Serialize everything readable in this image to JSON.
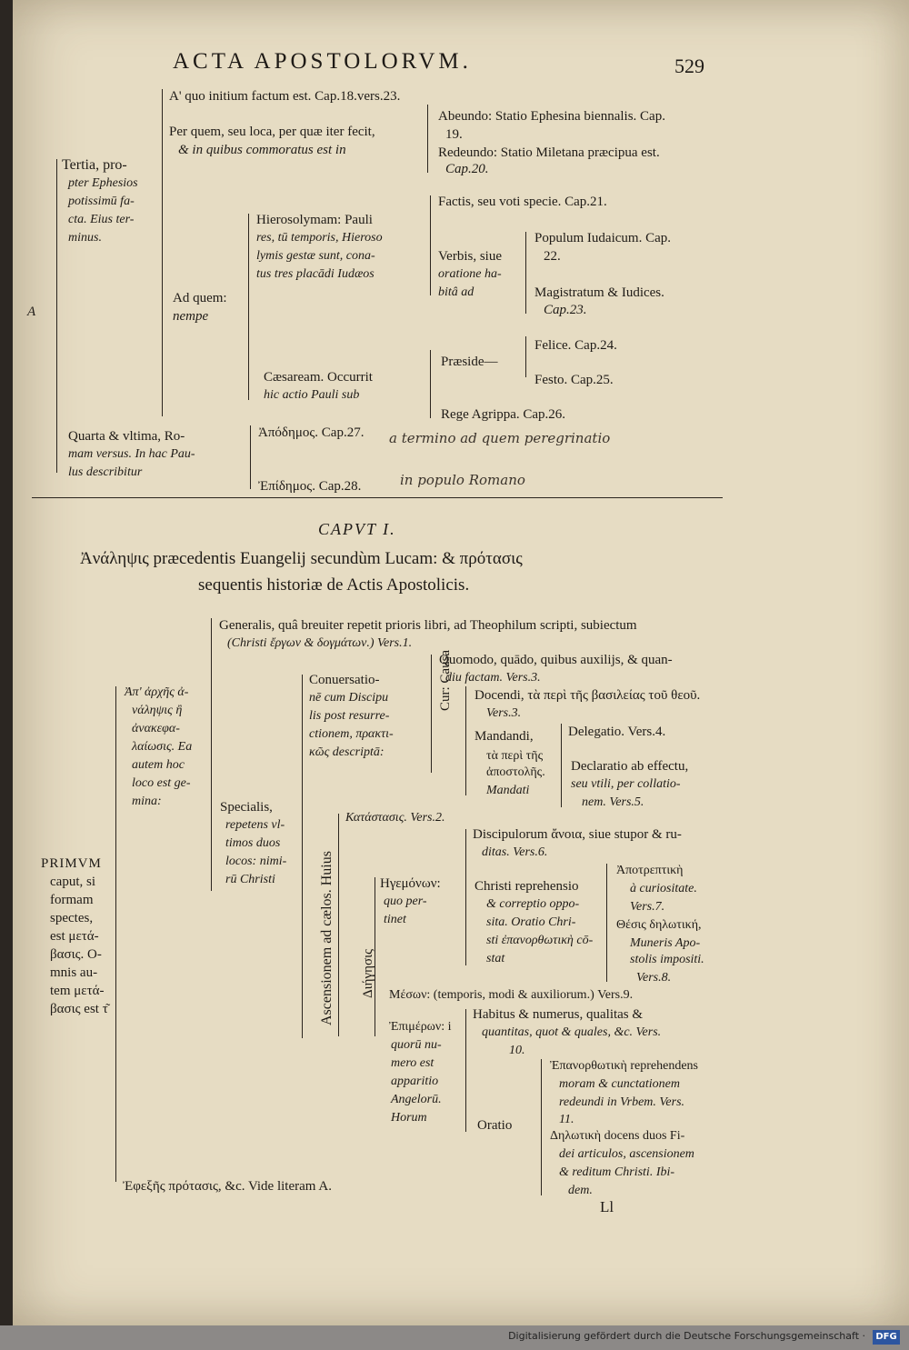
{
  "header": {
    "title": "ACTA APOSTOLORVM.",
    "page_number": "529"
  },
  "top": {
    "a": "A",
    "tertia": [
      "Tertia, pro-",
      "pter Ephesios",
      "potissimū fa-",
      "cta. Eius ter-",
      "minus."
    ],
    "a_quo": "A' quo initium factum est. Cap.18.vers.23.",
    "per_quem": [
      "Per quem, seu loca, per quæ iter fecit,",
      "& in quibus commoratus est in"
    ],
    "abeundo": [
      "Abeundo: Statio Ephesina biennalis. Cap.",
      "19."
    ],
    "redeundo": [
      "Redeundo: Statio Miletana præcipua est.",
      "Cap.20."
    ],
    "ad_quem": [
      "Ad quem:",
      "nempe"
    ],
    "hierosolymam": [
      "Hierosolymam: Pauli",
      "res, tū temporis, Hieroso",
      "lymis gestæ sunt, cona-",
      "tus tres placādi Iudæos"
    ],
    "factis": "Factis, seu voti specie. Cap.21.",
    "verbis": [
      "Verbis, siue",
      "oratione ha-",
      "bitâ ad"
    ],
    "populum": [
      "Populum Iudaicum. Cap.",
      "22."
    ],
    "magistratum": [
      "Magistratum & Iudices.",
      "Cap.23."
    ],
    "caesaream": [
      "Cæsaream. Occurrit",
      "hic actio Pauli sub"
    ],
    "praeside": "Præside—",
    "felice": "Felice. Cap.24.",
    "festo": "Festo. Cap.25.",
    "rege": "Rege Agrippa. Cap.26.",
    "quarta": [
      "Quarta & vltima, Ro-",
      "mam versus. In hac Pau-",
      "lus describitur"
    ],
    "apodemia": "Ἀπόδημος. Cap.27.",
    "epidemia": "Ἐπίδημος. Cap.28.",
    "handnote1": "a termino ad quem peregrinatio",
    "handnote2": "in populo Romano"
  },
  "caput": {
    "title": "CAPVT I.",
    "line1": "Ἀνάληψις præcedentis Euangelij secundùm Lucam: & πρότασις",
    "line2": "sequentis historiæ de Actis Apostolicis."
  },
  "bottom": {
    "primum": [
      "PRIMVM",
      "caput, si",
      "formam",
      "spectes,",
      "est μετά-",
      "βασις. O-",
      "mnis au-",
      "tem μετά-",
      "βασις est τ͂"
    ],
    "ap_arches": [
      "Ἀπ' ἀρχῆς ἀ-",
      "νάληψις ἢ",
      "ἀνακεφα-",
      "λαίωσις. Ea",
      "autem hoc",
      "loco est ge-",
      "mina:"
    ],
    "generalis": [
      "Generalis, quâ breuiter repetit prioris libri, ad Theophilum scripti, subiectum",
      "(Christi ἔργων & δογμάτων.) Vers.1."
    ],
    "specialis": [
      "Specialis,",
      "repetens vl-",
      "timos duos",
      "locos: nimi-",
      "rū Christi"
    ],
    "conuersatione": [
      "Conuersatio-",
      "nē cum Discipu",
      "lis post resurre-",
      "ctionem, πρακτι-",
      "κῶς descriptā:"
    ],
    "cur_causa": "Cur: Causa",
    "quomodo": [
      "Quomodo, quādo, quibus auxilijs, & quan-",
      "diu factam. Vers.3."
    ],
    "docendi": [
      "Docendi, τὰ περὶ τῆς βασιλείας τοῦ θεοῦ.",
      "Vers.3."
    ],
    "mandandi": [
      "Mandandi,",
      "τὰ περὶ τῆς",
      "ἀποστολῆς.",
      "Mandati"
    ],
    "delegatio": "Delegatio. Vers.4.",
    "declaratio": [
      "Declaratio ab effectu,",
      "seu vtili, per collatio-",
      "nem. Vers.5."
    ],
    "ascensionem": "Ascensionem ad cælos. Huius",
    "diegesis": "Διήγησις",
    "katastasis": "Κατάστασις. Vers.2.",
    "hegemon": [
      "Ηγεμόνων:",
      "quo per-",
      "tinet"
    ],
    "discipulorum": [
      "Discipulorum ἄνοια, siue stupor & ru-",
      "ditas. Vers.6."
    ],
    "christi": [
      "Christi reprehensio",
      "& correptio oppo-",
      "sita. Oratio Chri-",
      "sti ἐπανορθωτικὴ cō-",
      "stat"
    ],
    "apotreptike": [
      "Ἀποτρεπτικὴ",
      "à curiositate.",
      "Vers.7."
    ],
    "theos": [
      "Θέσις δηλωτική,",
      "Muneris Apo-",
      "stolis impositi.",
      "Vers.8."
    ],
    "meson": "Μέσων: (temporis, modi & auxiliorum.) Vers.9.",
    "epimeron": [
      "Ἐπιμέρων: i",
      "quorū nu-",
      "mero est",
      "apparitio",
      "Angelorū.",
      "Horum"
    ],
    "habitus": [
      "Habitus & numerus, qualitas &",
      "quantitas, quot & quales, &c. Vers.",
      "10."
    ],
    "oratio": "Oratio",
    "epanorthotike": [
      "Ἐπανορθωτικὴ reprehendens",
      "moram & cunctationem",
      "redeundi in Vrbem. Vers.",
      "11."
    ],
    "deloike": [
      "Δηλωτικὴ docens duos Fi-",
      "dei articulos, ascensionem",
      "& reditum Christi. Ibi-",
      "dem."
    ],
    "ephexes": "Ἐφεξῆς πρότασις, &c. Vide literam A.",
    "signature": "Ll"
  },
  "footer": {
    "text": "Digitalisierung gefördert durch die Deutsche Forschungsgemeinschaft ·",
    "logo": "DFG"
  }
}
